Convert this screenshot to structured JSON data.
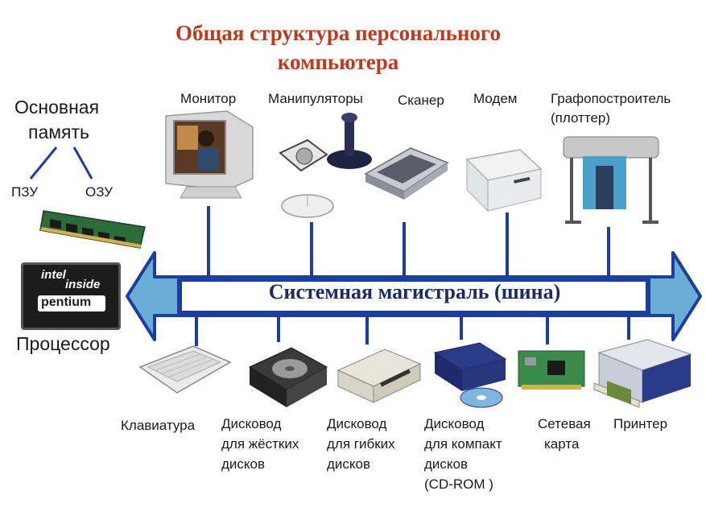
{
  "title_line1": "Общая структура персонального",
  "title_line2": "компьютера",
  "memory": {
    "label_line1": "Основная",
    "label_line2": "память",
    "rom": "ПЗУ",
    "ram": "ОЗУ"
  },
  "processor": {
    "label": "Процессор",
    "chip_line1": "intel",
    "chip_line2": "inside",
    "chip_line3": "pentium"
  },
  "bus_label": "Системная магистраль (шина)",
  "top_devices": {
    "monitor": "Монитор",
    "manipulators": "Манипуляторы",
    "scanner": "Сканер",
    "modem": "Модем",
    "plotter_line1": "Графопостроитель",
    "plotter_line2": "(плоттер)"
  },
  "bottom_devices": {
    "keyboard": "Клавиатура",
    "hdd_line1": "Дисковод",
    "hdd_line2": "для жёстких",
    "hdd_line3": "дисков",
    "fdd_line1": "Дисковод",
    "fdd_line2": "для гибких",
    "fdd_line3": "дисков",
    "cd_line1": "Дисковод",
    "cd_line2": "для компакт",
    "cd_line3": "дисков",
    "cd_line4": "(CD-ROM )",
    "net_line1": "Сетевая",
    "net_line2": "карта",
    "printer": "Принтер"
  },
  "colors": {
    "title": "#c0391a",
    "bus_fill": "#1b3fa0",
    "bus_inner": "#ffffff",
    "arrow_head": "#6aaed6"
  }
}
